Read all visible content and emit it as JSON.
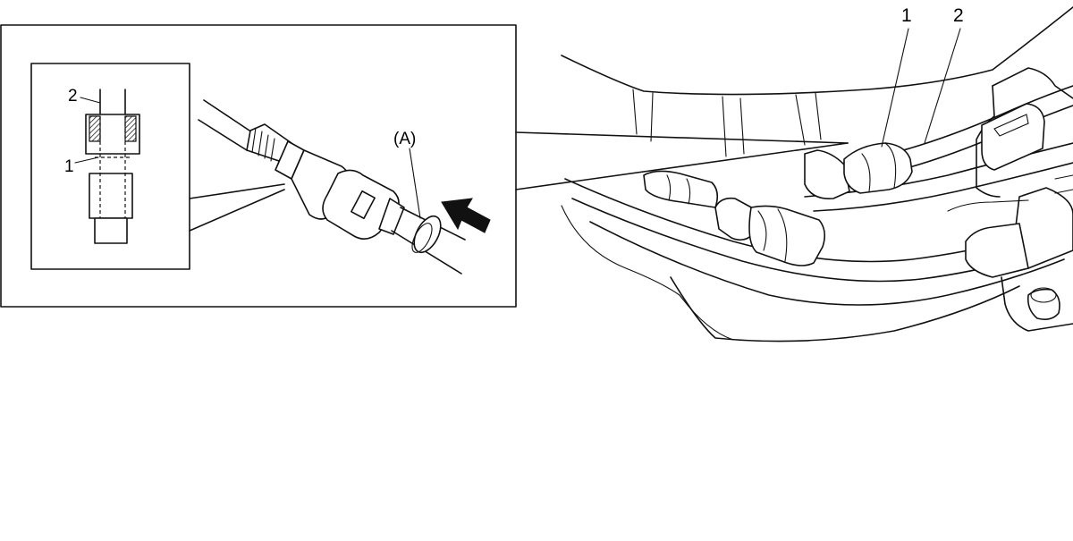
{
  "inset": {
    "detail": {
      "label_1": "1",
      "label_2": "2"
    },
    "label_a": "(A)"
  },
  "main": {
    "label_1": "1",
    "label_2": "2"
  },
  "colors": {
    "line": "#111111",
    "background": "#ffffff"
  }
}
